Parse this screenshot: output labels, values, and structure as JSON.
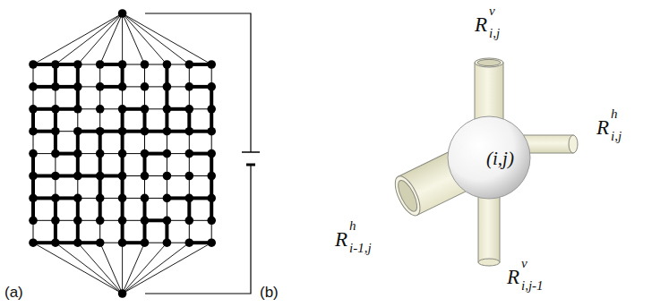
{
  "diagram": {
    "nodes": [
      {
        "text": [
          "(i,j)"
        ]
      }
    ],
    "labels": [
      "(a)",
      "(b)",
      "R",
      "v",
      "i,j",
      "R",
      "h",
      "i,j",
      "R",
      "h",
      "i-1,j",
      "R",
      "v",
      "i,j-1"
    ]
  }
}
